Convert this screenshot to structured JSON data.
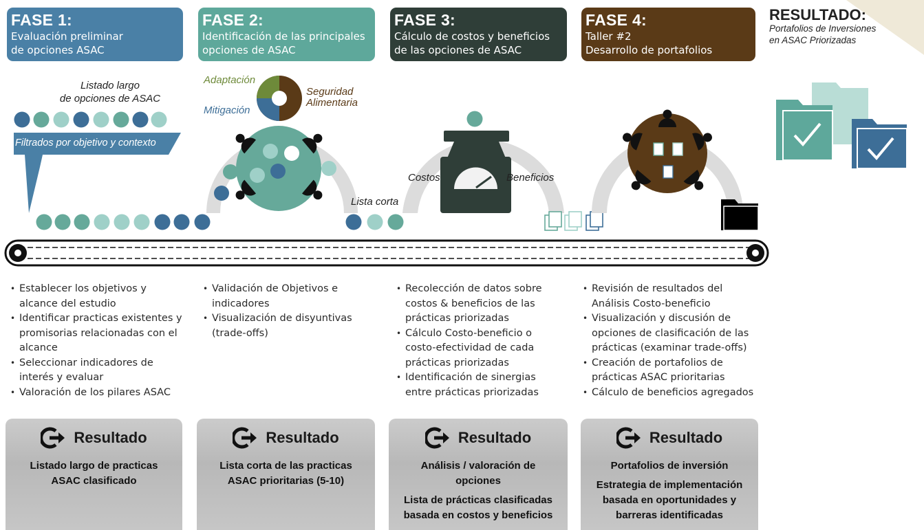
{
  "colors": {
    "fase1": "#4a80a6",
    "fase2": "#5ea89b",
    "fase3": "#2f3e38",
    "fase4": "#5a3a17",
    "teal": "#66a99a",
    "blue": "#3d6e97",
    "light": "#9fd0c8",
    "gray_box": "#c2c2c2"
  },
  "phases": [
    {
      "title": "FASE 1:",
      "subtitle": [
        "Evaluación preliminar",
        "de opciones ASAC"
      ]
    },
    {
      "title": "FASE 2:",
      "subtitle": [
        "Identificación de las principales",
        "opciones de ASAC"
      ]
    },
    {
      "title": "FASE 3:",
      "subtitle": [
        "Cálculo de costos y beneficios",
        "de las opciones de ASAC"
      ]
    },
    {
      "title": "FASE 4:",
      "subtitle": [
        "Taller #2",
        "Desarrollo de portafolios"
      ]
    }
  ],
  "resultado_header": {
    "title": "RESULTADO:",
    "subtitle": [
      "Portafolios de Inversiones",
      "en ASAC Priorizadas"
    ]
  },
  "illustration": {
    "listado_largo": [
      "Listado largo",
      "de opciones de ASAC"
    ],
    "filtrados": "Filtrados por objetivo y contexto",
    "adaptacion": "Adaptación",
    "mitigacion": "Mitigación",
    "seguridad": [
      "Seguridad",
      "Alimentaria"
    ],
    "lista_corta": "Lista corta",
    "costos": "Costos",
    "beneficios": "Beneficios"
  },
  "bullets": [
    [
      "Establecer los objetivos y alcance del estudio",
      "Identificar practicas existentes y promisorias relacionadas con el alcance",
      "Seleccionar indicadores de interés  y evaluar",
      "Valoración de los pilares ASAC"
    ],
    [
      "Validación de Objetivos  e indicadores",
      "Visualización de disyuntivas (trade-offs)"
    ],
    [
      "Recolección de datos sobre costos & beneficios de las prácticas priorizadas",
      "Cálculo Costo-beneficio o costo-efectividad de  cada prácticas priorizadas",
      "Identificación  de  sinergias entre prácticas priorizadas"
    ],
    [
      "Revisión de resultados del Análisis Costo-beneficio",
      "Visualización y discusión de opciones de clasificación de las prácticas (examinar trade-offs)",
      "Creación de portafolios de prácticas ASAC prioritarias",
      "Cálculo de beneficios agregados"
    ]
  ],
  "results": [
    {
      "label": "Resultado",
      "lines": [
        "Listado largo de practicas ASAC clasificado"
      ]
    },
    {
      "label": "Resultado",
      "lines": [
        "Lista corta de las practicas ASAC prioritarias (5-10)"
      ]
    },
    {
      "label": "Resultado",
      "lines": [
        "Análisis / valoración de opciones",
        "Lista de prácticas clasificadas basada en costos y beneficios"
      ]
    },
    {
      "label": "Resultado",
      "lines": [
        "Portafolios de inversión",
        "Estrategia de implementación basada en oportunidades y barreras identificadas"
      ]
    }
  ]
}
